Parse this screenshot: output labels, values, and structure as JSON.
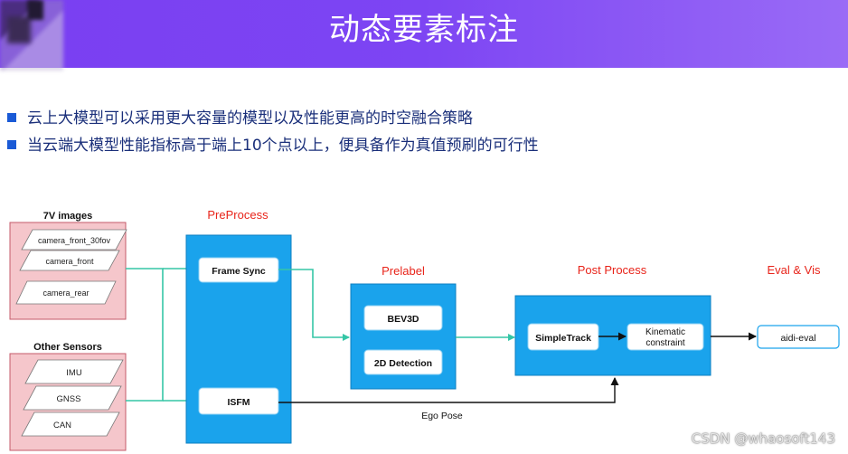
{
  "header": {
    "title": "动态要素标注"
  },
  "bullets": [
    "云上大模型可以采用更大容量的模型以及性能更高的时空融合策略",
    "当云端大模型性能指标高于端上10个点以上，便具备作为真值预刷的可行性"
  ],
  "diagram": {
    "inputs_cameras": {
      "title": "7V images",
      "items": [
        "camera_front_30fov",
        "camera_front",
        "camera_rear"
      ]
    },
    "inputs_sensors": {
      "title": "Other Sensors",
      "items": [
        "IMU",
        "GNSS",
        "CAN"
      ]
    },
    "preprocess": {
      "title": "PreProcess",
      "frame_sync": "Frame Sync",
      "isfm": "ISFM"
    },
    "prelabel": {
      "title": "Prelabel",
      "bev3d": "BEV3D",
      "detection": "2D Detection"
    },
    "postprocess": {
      "title": "Post Process",
      "simpletrack": "SimpleTrack",
      "kinematic_line1": "Kinematic",
      "kinematic_line2": "constraint"
    },
    "eval": {
      "title": "Eval & Vis",
      "aidi": "aidi-eval"
    },
    "ego_pose": "Ego Pose",
    "colors": {
      "blue_box": "#1aa3ec",
      "pink_box": "#f5c6cb",
      "title_red": "#e8241a",
      "arrow_teal": "#35c6a6"
    }
  },
  "watermark": "CSDN @whaosoft143"
}
